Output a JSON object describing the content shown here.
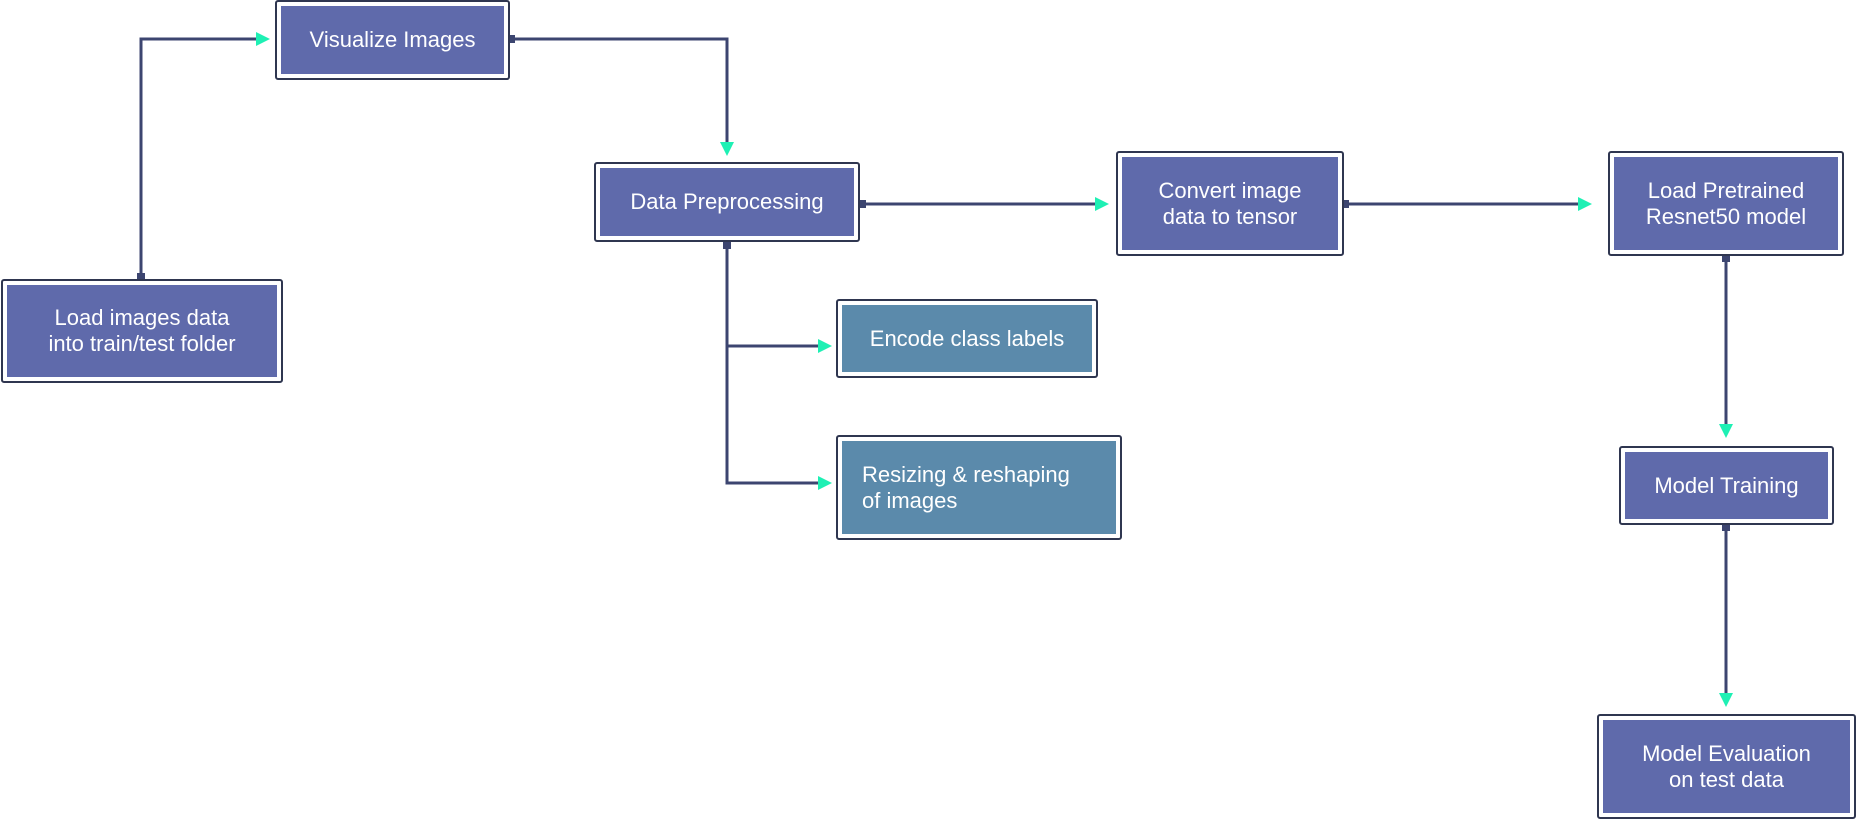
{
  "colors": {
    "primary_fill": "#5f6aab",
    "secondary_fill": "#5b8aab",
    "border": "#2f3650",
    "connector": "#3c4570",
    "arrowhead": "#1ef0b4",
    "background": "#ffffff"
  },
  "nodes": {
    "load_images": {
      "label": "Load images data\ninto train/test folder",
      "fill": "primary"
    },
    "visualize_images": {
      "label": "Visualize Images",
      "fill": "primary"
    },
    "data_preprocessing": {
      "label": "Data Preprocessing",
      "fill": "primary"
    },
    "convert_tensor": {
      "label": "Convert image\ndata to tensor",
      "fill": "primary"
    },
    "load_resnet": {
      "label": "Load Pretrained\nResnet50 model",
      "fill": "primary"
    },
    "encode_labels": {
      "label": "Encode class labels",
      "fill": "secondary"
    },
    "resizing": {
      "label": "Resizing & reshaping\nof images",
      "fill": "secondary"
    },
    "model_training": {
      "label": "Model Training",
      "fill": "primary"
    },
    "model_evaluation": {
      "label": "Model Evaluation\non test data",
      "fill": "primary"
    }
  },
  "edges": [
    {
      "from": "load_images",
      "to": "visualize_images"
    },
    {
      "from": "visualize_images",
      "to": "data_preprocessing"
    },
    {
      "from": "data_preprocessing",
      "to": "convert_tensor"
    },
    {
      "from": "convert_tensor",
      "to": "load_resnet"
    },
    {
      "from": "data_preprocessing",
      "to": "encode_labels"
    },
    {
      "from": "data_preprocessing",
      "to": "resizing"
    },
    {
      "from": "load_resnet",
      "to": "model_training"
    },
    {
      "from": "model_training",
      "to": "model_evaluation"
    }
  ]
}
